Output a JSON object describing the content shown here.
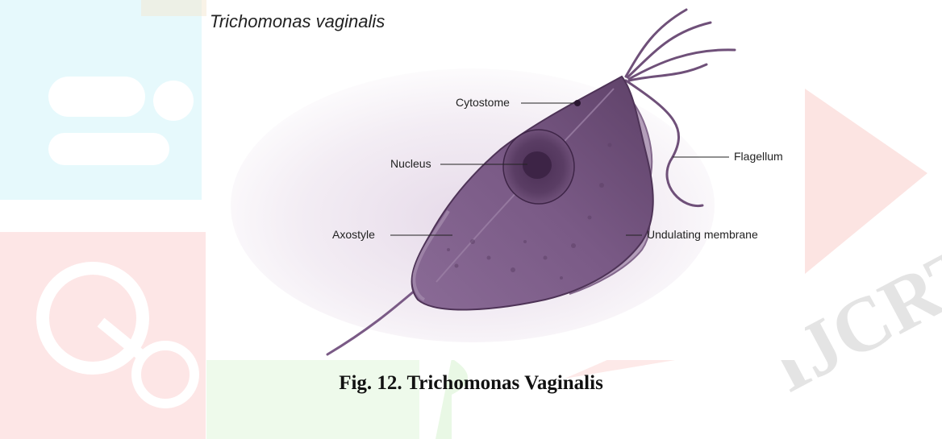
{
  "figure": {
    "title": "Trichomonas vaginalis",
    "labels": {
      "cytostome": "Cytostome",
      "nucleus": "Nucleus",
      "axostyle": "Axostyle",
      "flagellum": "Flagellum",
      "undulating_membrane": "Undulating membrane"
    },
    "cell_color": "#7a5a86"
  },
  "caption": "Fig. 12. Trichomonas Vaginalis",
  "watermark": {
    "text": "IJCRT",
    "colors": {
      "cyan": "#c8f1f7",
      "pink": "#fbd5d8",
      "green": "#d9f5d3",
      "red": "#f9d0cf",
      "gray": "#d6d6d6"
    }
  }
}
